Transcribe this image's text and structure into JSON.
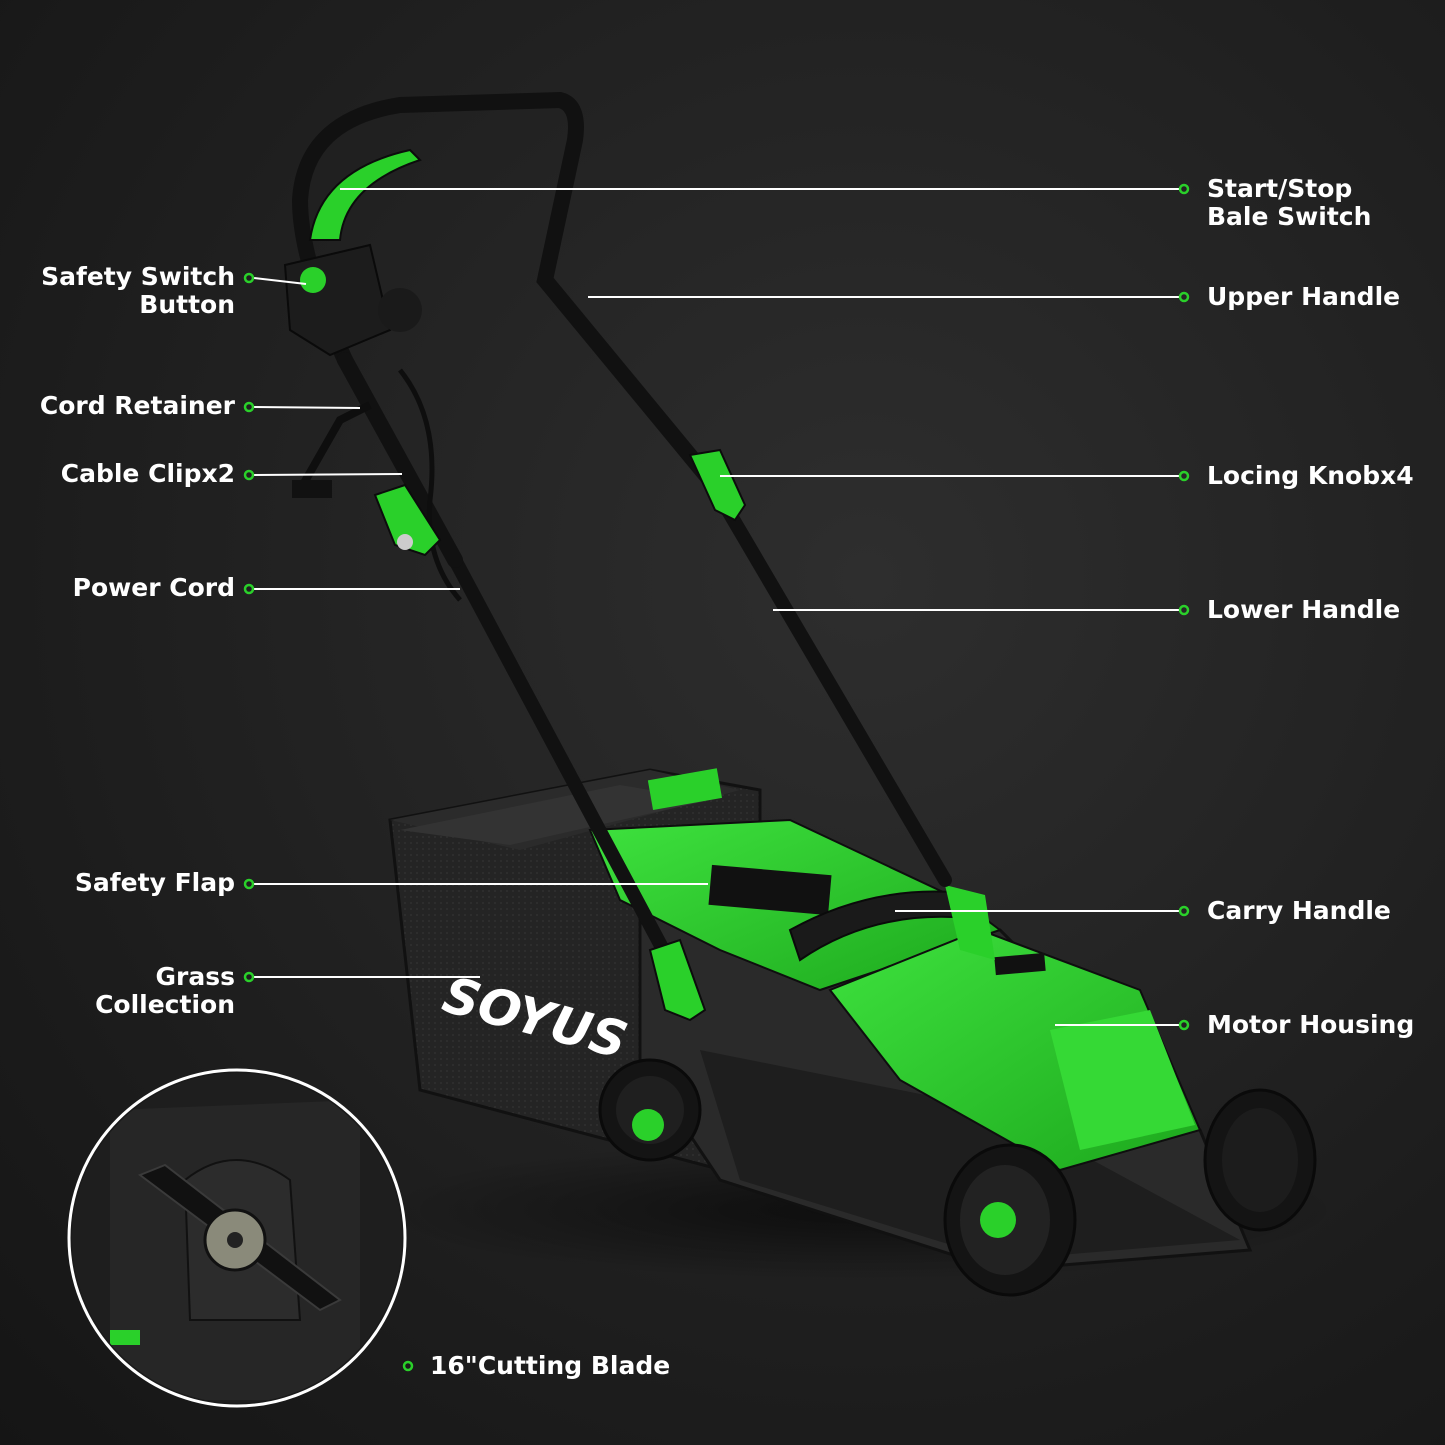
{
  "brand": {
    "logo_text": "SOYUS",
    "accent_color": "#2ad02a",
    "body_color": "#262626",
    "background_color": "#1e1e1e"
  },
  "labels": {
    "start_stop": {
      "line1": "Start/Stop",
      "line2": "Bale Switch"
    },
    "safety_switch": {
      "line1": "Safety Switch",
      "line2": "Button"
    },
    "upper_handle": "Upper Handle",
    "cord_retainer": "Cord Retainer",
    "cable_clip": "Cable Clipx2",
    "locking_knob": "Locing Knobx4",
    "power_cord": "Power Cord",
    "lower_handle": "Lower Handle",
    "safety_flap": "Safety Flap",
    "carry_handle": "Carry Handle",
    "grass_collection": {
      "line1": "Grass",
      "line2": "Collection"
    },
    "motor_housing": "Motor Housing",
    "cutting_blade": "16\"Cutting Blade"
  }
}
